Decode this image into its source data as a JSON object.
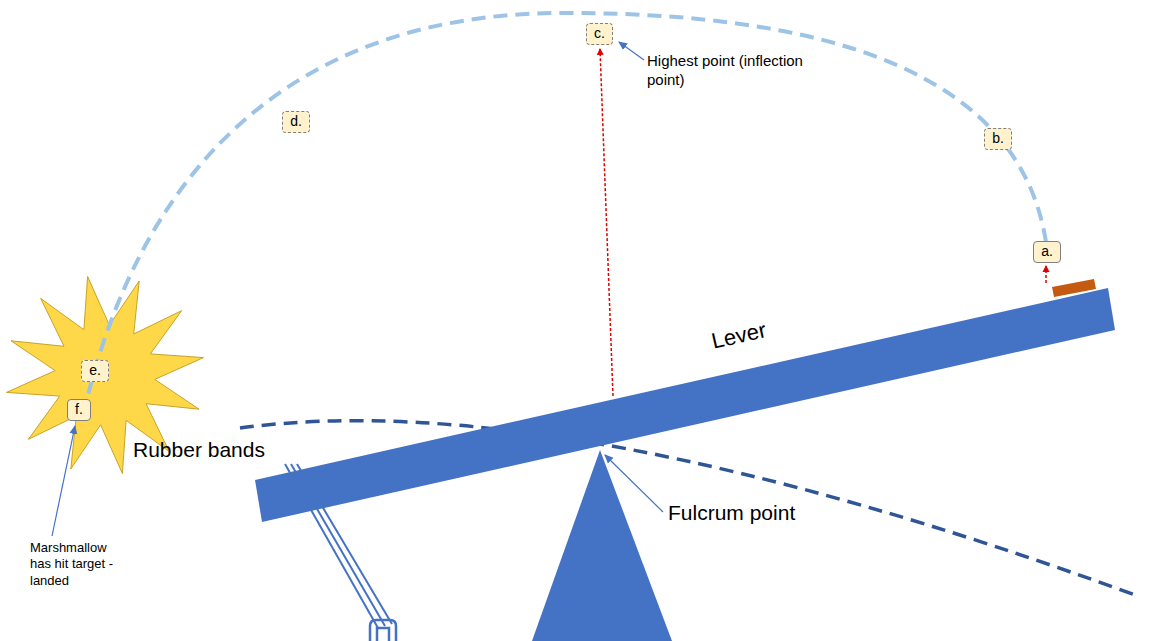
{
  "diagram": {
    "nodes": [
      {
        "text": [
          "a."
        ]
      },
      {
        "text": [
          "b."
        ]
      },
      {
        "text": [
          "c."
        ]
      },
      {
        "text": [
          "d."
        ]
      },
      {
        "text": [
          "e."
        ]
      },
      {
        "text": [
          "f."
        ]
      }
    ],
    "labels": [
      "Highest point (inflection point)",
      "Lever",
      "Rubber bands",
      "Fulcrum point",
      "Marshmallow has hit target - landed"
    ]
  }
}
